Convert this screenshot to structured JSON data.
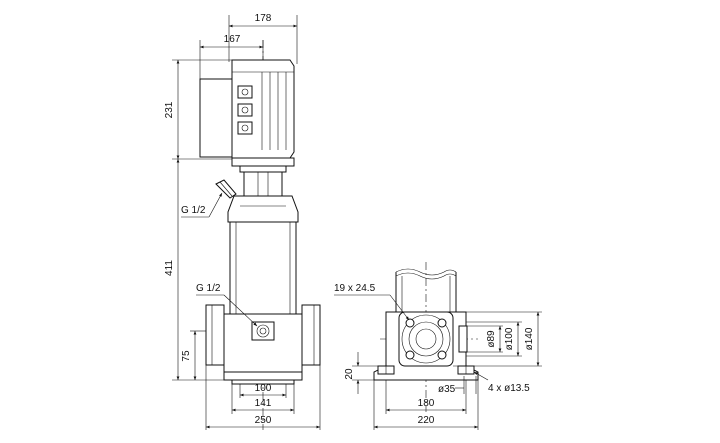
{
  "front_view": {
    "dim_width_top": "178",
    "dim_width_motor": "167",
    "dim_height_motor": "231",
    "dim_height_pump": "411",
    "dim_height_inlet": "75",
    "dim_base_inner": "100",
    "dim_base_mid": "141",
    "dim_base_outer": "250",
    "label_vent": "G 1/2",
    "label_drain": "G 1/2"
  },
  "side_view": {
    "label_slot": "19 x 24.5",
    "dim_base_height": "20",
    "dim_bore": "ø35",
    "dim_holes": "4 x ø13.5",
    "dim_hole_spacing": "180",
    "dim_base_width": "220",
    "dim_bolt_circle": "ø89",
    "dim_flange_inner": "ø100",
    "dim_flange_outer": "ø140"
  }
}
